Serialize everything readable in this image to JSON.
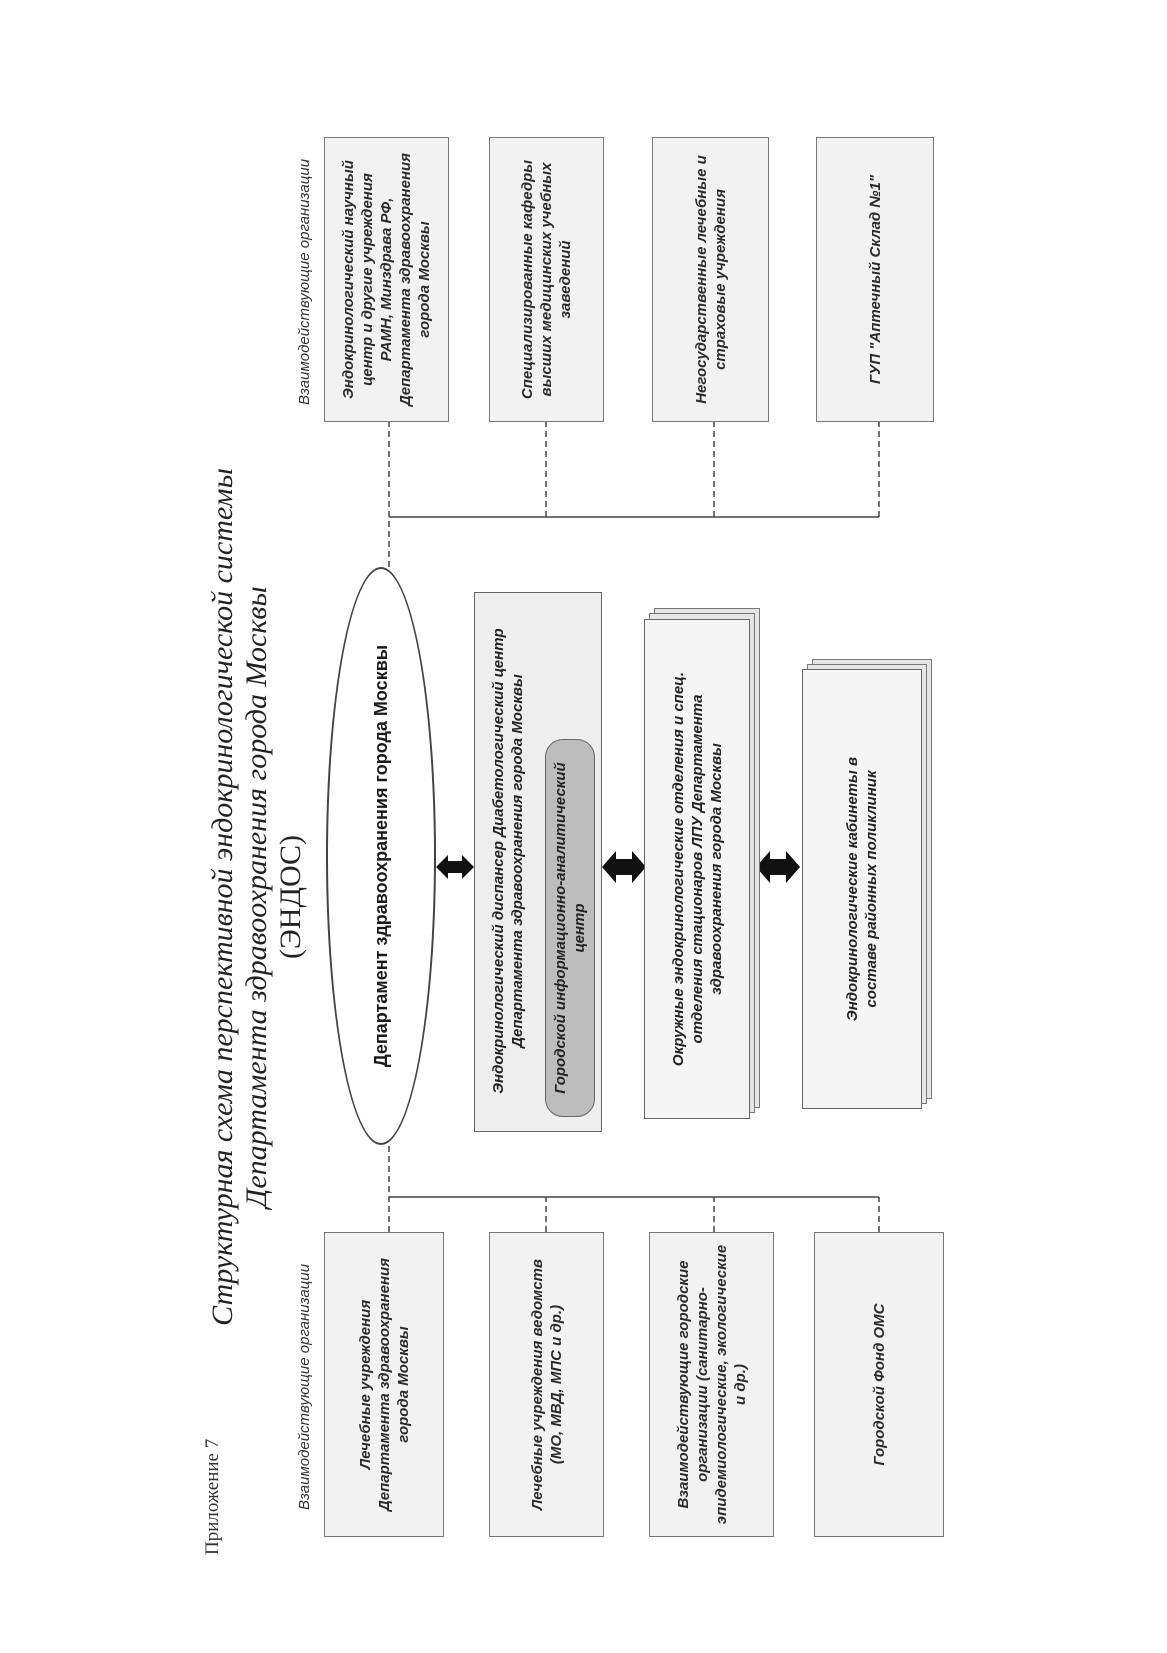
{
  "appendix_label": "Приложение 7",
  "title": {
    "line1": "Структурная схема перспективной эндокринологической системы",
    "line2": "Департамента здравоохранения города Москвы",
    "line3": "(ЭНДОС)"
  },
  "left_column": {
    "label": "Взаимодействующие организации",
    "boxes": [
      "Лечебные учреждения Департамента здравоохранения города Москвы",
      "Лечебные учреждения ведомств (МО, МВД, МПС и др.)",
      "Взаимодействующие городские организации (санитарно-эпидемиологические, экологические и др.)",
      "Городской Фонд ОМС"
    ]
  },
  "right_column": {
    "label": "Взаимодействующие организации",
    "boxes": [
      "Эндокринологический научный центр и другие учреждения РАМН, Минздрава РФ, Департамента здравоохранения города Москвы",
      "Специализированные кафедры высших медицинских учебных заведений",
      "Негосударственные лечебные и страховые учреждения",
      "ГУП \"Аптечный Склад №1\""
    ]
  },
  "center": {
    "department": "Департамент здравоохранения города Москвы",
    "dispensary": "Эндокринологический диспансер Диабетологический центр Департамента здравоохранения города Москвы",
    "info_center": "Городской информационно-аналитический центр",
    "district_departments": "Окружные эндокринологические отделения и спец. отделения стационаров ЛПУ Департамента здравоохранения города Москвы",
    "cabinets": "Эндокринологические кабинеты в составе районных поликлиник"
  },
  "colors": {
    "box_fill": "#f2f2f2",
    "info_center_fill": "#bdbdbd",
    "arrow": "#111111"
  }
}
